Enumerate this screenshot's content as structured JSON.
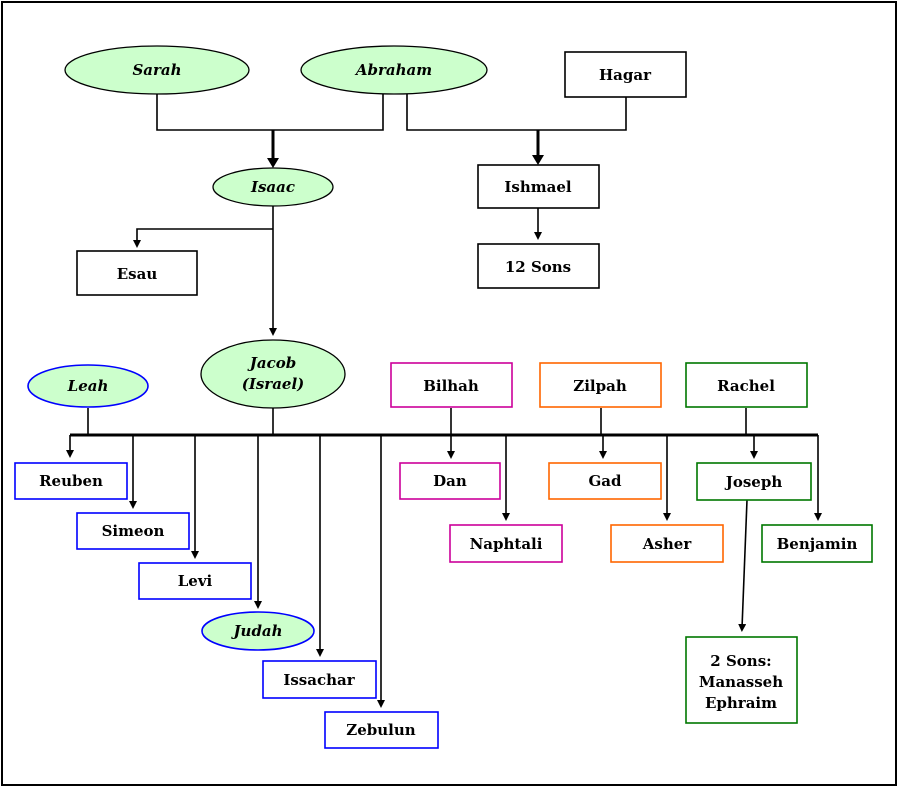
{
  "colors": {
    "ellipse_fill": "#ccffcc",
    "ellipse_stroke": "#000000",
    "leah_blue": "#0000ff",
    "bilhah_magenta": "#cc0099",
    "zilpah_orange": "#ff6600",
    "rachel_green": "#007700",
    "neutral": "#000000"
  },
  "nodes": {
    "sarah": "Sarah",
    "abraham": "Abraham",
    "hagar": "Hagar",
    "isaac": "Isaac",
    "ishmael": "Ishmael",
    "esau": "Esau",
    "twelve_sons": "12 Sons",
    "jacob_line1": "Jacob",
    "jacob_line2": "(Israel)",
    "leah": "Leah",
    "bilhah": "Bilhah",
    "zilpah": "Zilpah",
    "rachel": "Rachel",
    "reuben": "Reuben",
    "simeon": "Simeon",
    "levi": "Levi",
    "judah": "Judah",
    "issachar": "Issachar",
    "zebulun": "Zebulun",
    "dan": "Dan",
    "naphtali": "Naphtali",
    "gad": "Gad",
    "asher": "Asher",
    "joseph": "Joseph",
    "benjamin": "Benjamin",
    "joseph_sons_line1": "2 Sons:",
    "joseph_sons_line2": "Manasseh",
    "joseph_sons_line3": "Ephraim"
  }
}
